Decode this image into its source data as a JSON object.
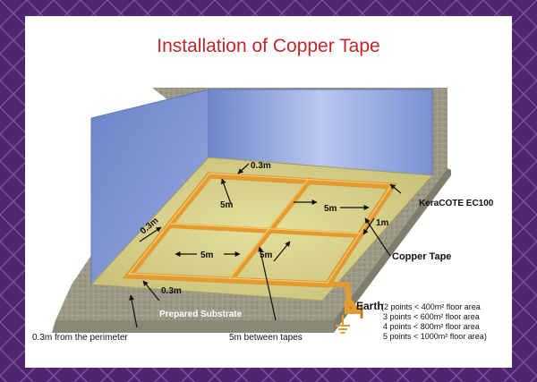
{
  "title": "Installation of Copper Tape",
  "labels": {
    "gap_top": "0.3m",
    "gap_left": "0.3m",
    "gap_bottom": "0.3m",
    "spacing_1": "5m",
    "spacing_2": "5m",
    "spacing_3": "5m",
    "spacing_4": "5m",
    "height": "1m",
    "coating": "KeraCOTE EC100",
    "tape": "Copper Tape",
    "substrate": "Prepared Substrate",
    "perimeter_note": "0.3m from the perimeter",
    "between_note": "5m between tapes",
    "earth": "Earth",
    "earth_notes": [
      "(2 points < 400m² floor area",
      "3 points < 600m² floor area",
      "4 points < 800m² floor area",
      "5 points < 1000m² floor area)"
    ]
  },
  "colors": {
    "frame": "#5b2d7a",
    "title": "#c0262a",
    "floor": "#d8d48c",
    "concrete": "#9a9a86",
    "wall": "#7f97d6",
    "tape": "#e39a2e"
  }
}
